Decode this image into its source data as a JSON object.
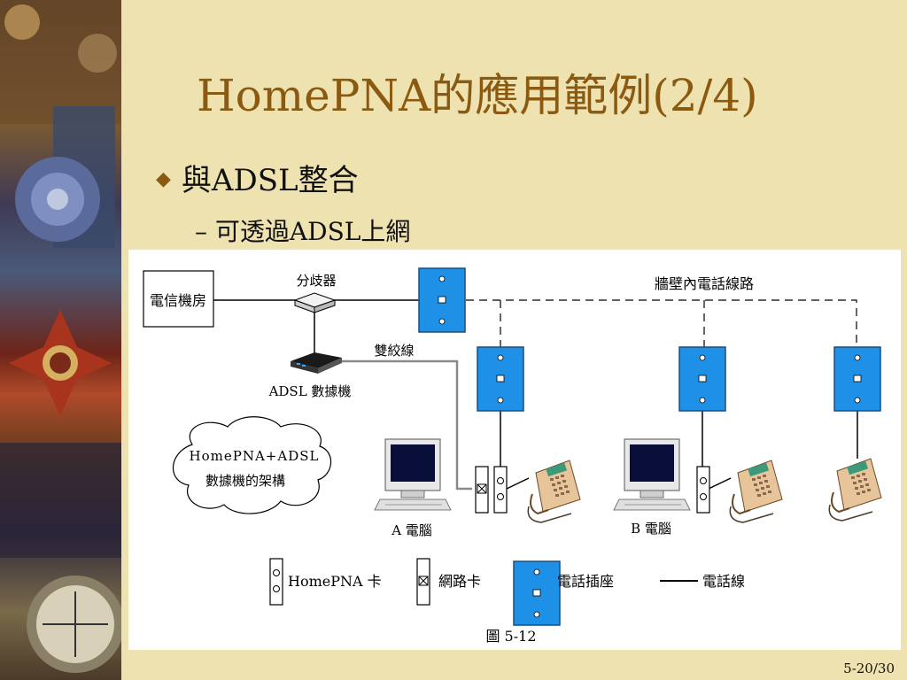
{
  "slide": {
    "title": "HomePNA的應用範例(2/4)",
    "bullet": "與ADSL整合",
    "sub_bullet_dash": "–",
    "sub_bullet": "可透過ADSL上網",
    "page_number": "5-20/30"
  },
  "diagram": {
    "telecom_room": "電信機房",
    "splitter": "分歧器",
    "wall_line": "牆壁內電話線路",
    "twisted_pair": "雙絞線",
    "adsl_modem": "ADSL  數據機",
    "cloud_line1": "HomePNA+ADSL",
    "cloud_line2": "數據機的架構",
    "pc_a": "A 電腦",
    "pc_b": "B 電腦",
    "legend_homepna": "HomePNA  卡",
    "legend_nic": "網路卡",
    "legend_jack": "電話插座",
    "legend_line": "電話線",
    "caption": "圖 5-12"
  },
  "colors": {
    "jack_blue": "#1e90e6",
    "title_brown": "#8b5a10",
    "background": "#ede2b0"
  }
}
